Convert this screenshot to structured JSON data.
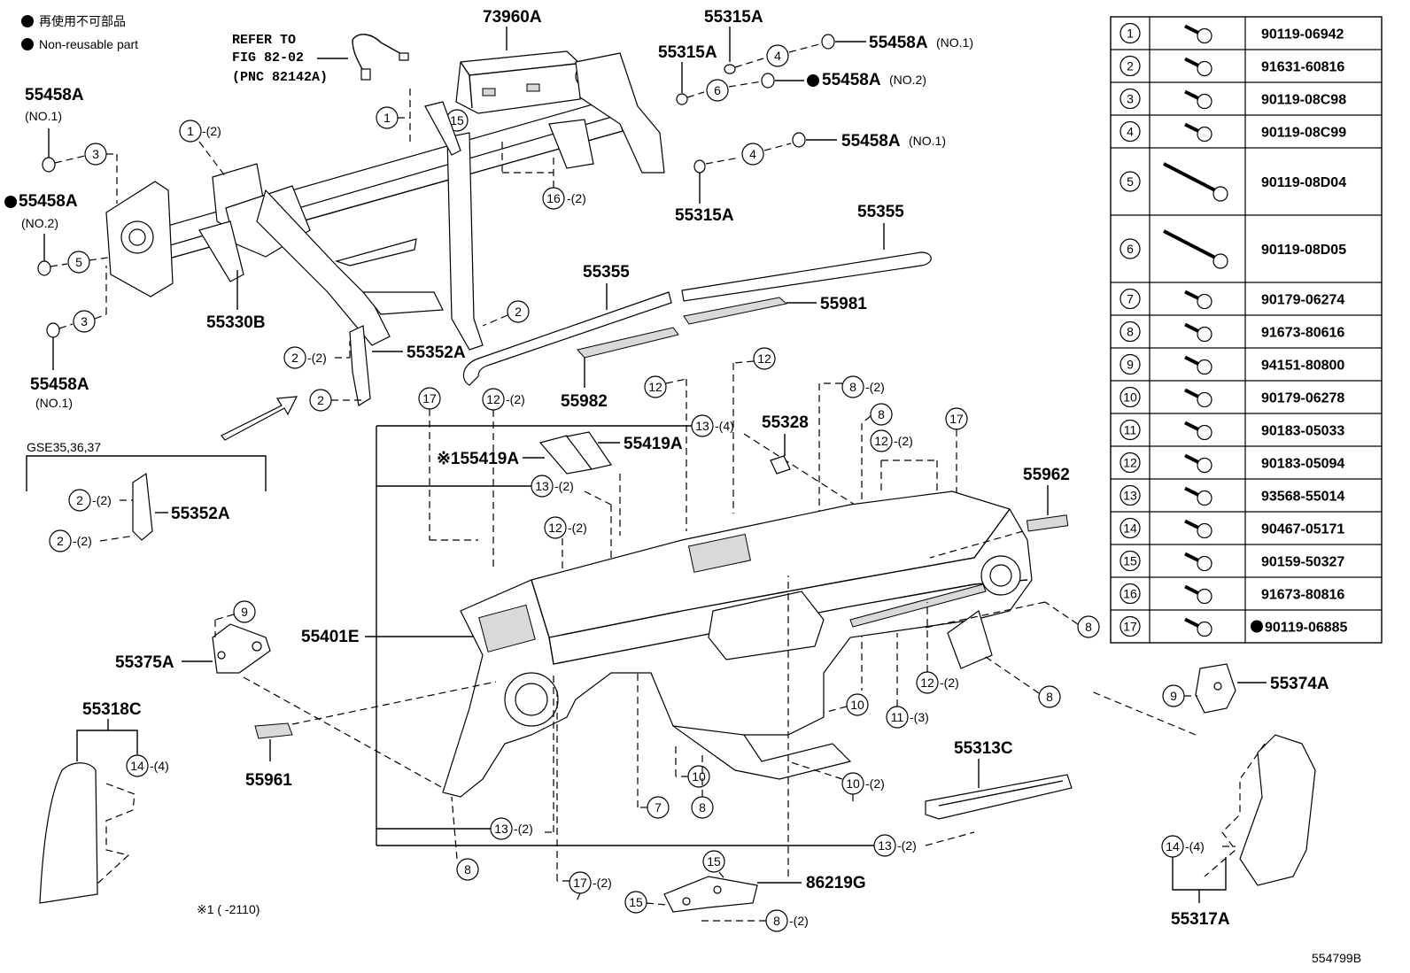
{
  "legend": {
    "jp_text": "再使用不可部品",
    "en_text": "Non-reusable part"
  },
  "refer": {
    "line1": "REFER TO",
    "line2": "FIG 82-02",
    "line3": "(PNC 82142A)"
  },
  "labels": {
    "p73960A": "73960A",
    "p55315A_top": "55315A",
    "p55315A_mid": "55315A",
    "p55315A_low": "55315A",
    "p55458A_a": "55458A",
    "p55458A_a_note": "(NO.1)",
    "p55458A_b": "55458A",
    "p55458A_b_note": "(NO.2)",
    "p55458A_c": "55458A",
    "p55458A_c_note": "(NO.1)",
    "p55458A_left1": "55458A",
    "p55458A_left1_note": "(NO.1)",
    "p55458A_left2": "55458A",
    "p55458A_left2_note": "(NO.2)",
    "p55458A_left3": "55458A",
    "p55458A_left3_note": "(NO.1)",
    "p55330B": "55330B",
    "p55352A_top": "55352A",
    "p55352A_bottom": "55352A",
    "gse": "GSE35,36,37",
    "p55355_a": "55355",
    "p55355_b": "55355",
    "p55981": "55981",
    "p55982": "55982",
    "p55419A_a": "※155419A",
    "p55419A_b": "55419A",
    "p55328": "55328",
    "p55962": "55962",
    "p55401E": "55401E",
    "p55375A": "55375A",
    "p55374A": "55374A",
    "p55318C": "55318C",
    "p55961": "55961",
    "p55313C": "55313C",
    "p86219G": "86219G",
    "p55317A": "55317A",
    "footnote": "※1 (        -2110)",
    "figure_id": "554799B"
  },
  "qty": {
    "q2": "-(2)",
    "q3": "-(3)",
    "q4": "-(4)"
  },
  "table": [
    {
      "no": "1",
      "pn": "90119-06942",
      "nonreuse": false
    },
    {
      "no": "2",
      "pn": "91631-60816",
      "nonreuse": false
    },
    {
      "no": "3",
      "pn": "90119-08C98",
      "nonreuse": false
    },
    {
      "no": "4",
      "pn": "90119-08C99",
      "nonreuse": false
    },
    {
      "no": "5",
      "pn": "90119-08D04",
      "nonreuse": false
    },
    {
      "no": "6",
      "pn": "90119-08D05",
      "nonreuse": false
    },
    {
      "no": "7",
      "pn": "90179-06274",
      "nonreuse": false
    },
    {
      "no": "8",
      "pn": "91673-80616",
      "nonreuse": false
    },
    {
      "no": "9",
      "pn": "94151-80800",
      "nonreuse": false
    },
    {
      "no": "10",
      "pn": "90179-06278",
      "nonreuse": false
    },
    {
      "no": "11",
      "pn": "90183-05033",
      "nonreuse": false
    },
    {
      "no": "12",
      "pn": "90183-05094",
      "nonreuse": false
    },
    {
      "no": "13",
      "pn": "93568-55014",
      "nonreuse": false
    },
    {
      "no": "14",
      "pn": "90467-05171",
      "nonreuse": false
    },
    {
      "no": "15",
      "pn": "90159-50327",
      "nonreuse": false
    },
    {
      "no": "16",
      "pn": "91673-80816",
      "nonreuse": false
    },
    {
      "no": "17",
      "pn": "90119-06885",
      "nonreuse": true
    }
  ]
}
